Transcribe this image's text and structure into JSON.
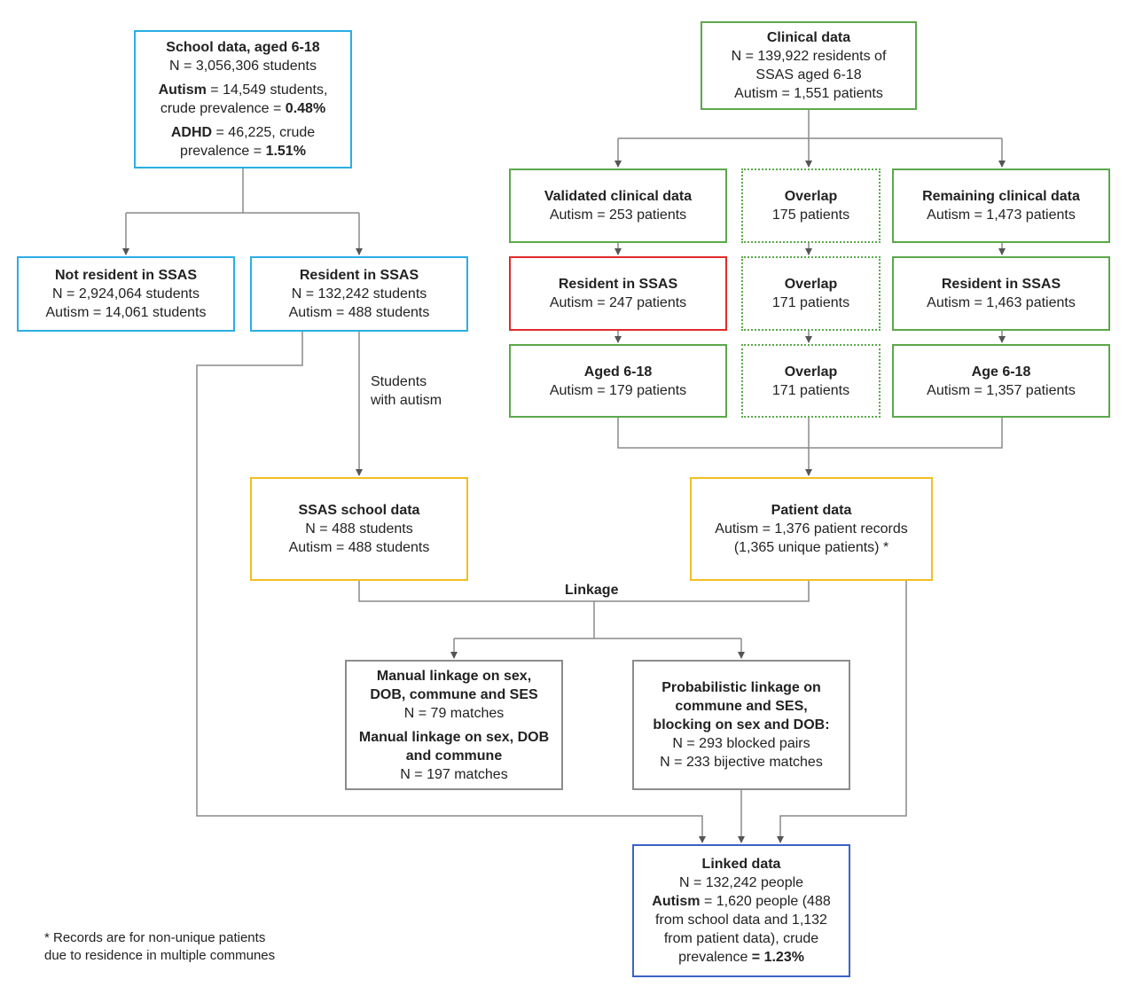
{
  "school": {
    "title": "School data, aged 6-18",
    "n": "N = 3,056,306 students",
    "autism_label": "Autism",
    "autism_rest": " = 14,549 students,",
    "autism_prev_text": "crude prevalence = ",
    "autism_prev": "0.48%",
    "adhd_label": "ADHD",
    "adhd_rest": " = 46,225, crude",
    "adhd_prev_text": "prevalence = ",
    "adhd_prev": "1.51%"
  },
  "not_resident": {
    "title": "Not resident in SSAS",
    "n": "N = 2,924,064 students",
    "autism": "Autism = 14,061 students"
  },
  "resident": {
    "title": "Resident in SSAS",
    "n": "N = 132,242 students",
    "autism": "Autism = 488 students"
  },
  "students_with_autism": {
    "line1": "Students",
    "line2": "with autism"
  },
  "ssas_school": {
    "title": "SSAS school data",
    "n": "N = 488 students",
    "autism": "Autism = 488 students"
  },
  "clinical": {
    "title": "Clinical data",
    "line1": "N = 139,922 residents of",
    "line2": "SSAS aged 6-18",
    "autism": "Autism = 1,551 patients"
  },
  "validated": {
    "title": "Validated clinical data",
    "autism": "Autism = 253 patients"
  },
  "overlap1": {
    "title": "Overlap",
    "value": "175 patients"
  },
  "remaining": {
    "title": "Remaining clinical data",
    "autism": "Autism = 1,473 patients"
  },
  "val_resident": {
    "title": "Resident in SSAS",
    "autism": "Autism = 247 patients"
  },
  "overlap2": {
    "title": "Overlap",
    "value": "171 patients"
  },
  "rem_resident": {
    "title": "Resident in SSAS",
    "autism": "Autism = 1,463 patients"
  },
  "val_aged": {
    "title": "Aged 6-18",
    "autism": "Autism = 179 patients"
  },
  "overlap3": {
    "title": "Overlap",
    "value": "171 patients"
  },
  "rem_aged": {
    "title": "Age 6-18",
    "autism": "Autism = 1,357 patients"
  },
  "patient": {
    "title": "Patient data",
    "autism": "Autism = 1,376 patient records",
    "unique": "(1,365 unique patients) *"
  },
  "linkage_label": "Linkage",
  "manual": {
    "line1": "Manual linkage on sex,",
    "line2": "DOB, commune and SES",
    "matches1": "N = 79 matches",
    "line3": "Manual linkage on sex, DOB",
    "line4": "and commune",
    "matches2": "N = 197 matches"
  },
  "prob": {
    "line1": "Probabilistic linkage on",
    "line2": "commune and SES,",
    "line3": "blocking on sex and DOB:",
    "pairs": "N = 293 blocked pairs",
    "matches": "N = 233 bijective matches"
  },
  "linked": {
    "title": "Linked data",
    "n": "N = 132,242 people",
    "autism_label": "Autism",
    "autism_rest": " = 1,620 people (488",
    "line2": "from school data and 1,132",
    "line3": "from patient data), crude",
    "prev_text": "prevalence ",
    "prev": "= 1.23%"
  },
  "footnote": {
    "line1": "* Records are for non-unique patients",
    "line2": "due to residence in multiple communes"
  },
  "colors": {
    "blue": "#2aaee5",
    "green": "#5ba84b",
    "red": "#e02b2b",
    "yellow": "#f2be22",
    "grey": "#8c8c8c",
    "navy": "#3b63c4",
    "connector": "#8a8a8a"
  }
}
